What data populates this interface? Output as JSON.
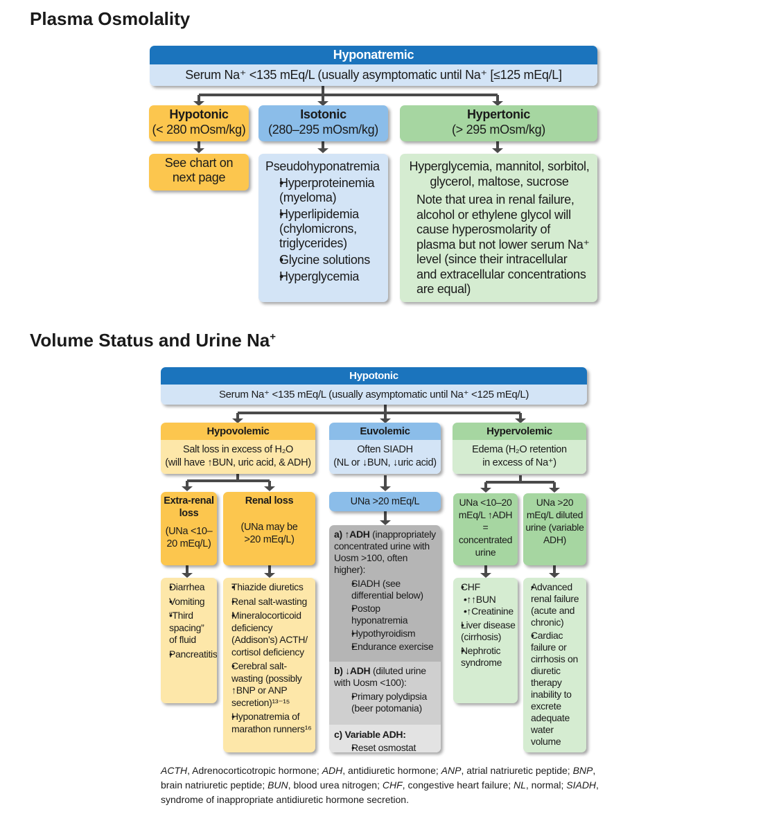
{
  "section1": {
    "title": "Plasma Osmolality",
    "root": {
      "title": "Hyponatremic",
      "subtitle": "Serum Na⁺ <135 mEq/L (usually asymptomatic until Na⁺ [≤125 mEq/L]"
    },
    "hypotonic": {
      "title": "Hypotonic",
      "range": "(< 280 mOsm/kg)",
      "note": "See chart on next page"
    },
    "isotonic": {
      "title": "Isotonic",
      "range": "(280–295 mOsm/kg)",
      "heading": "Pseudohyponatremia",
      "items": [
        "Hyperproteinemia (myeloma)",
        "Hyperlipidemia (chylomicrons, triglycerides)",
        "Glycine solutions",
        "Hyperglycemia"
      ]
    },
    "hypertonic": {
      "title": "Hypertonic",
      "range": "(> 295 mOsm/kg)",
      "heading": "Hyperglycemia, mannitol, sorbitol, glycerol, maltose, sucrose",
      "note": "Note that urea in renal failure, alcohol or ethylene glycol will cause hyperosmolarity of plasma but not lower serum Na⁺ level (since their intracellular and extracellular concentrations are equal)"
    }
  },
  "section2": {
    "title": "Volume Status and Urine Na",
    "title_sup": "+",
    "root": {
      "title": "Hypotonic",
      "subtitle": "Serum Na⁺ <135 mEq/L (usually asymptomatic until Na⁺  <125 mEq/L)"
    },
    "hypovolemic": {
      "title": "Hypovolemic",
      "desc_line1": "Salt loss in excess of H₂O",
      "desc_line2": "(will have ↑BUN, uric acid, & ADH)",
      "extrarenal": {
        "title": "Extra-renal loss",
        "detail": "(UNa <10–20 mEq/L)",
        "items": [
          "Diarrhea",
          "Vomiting",
          "“Third spacing” of fluid",
          "Pancreatitis"
        ]
      },
      "renal": {
        "title": "Renal loss",
        "detail": "(UNa may be >20 mEq/L)",
        "items": [
          "Thiazide diuretics",
          "Renal salt-wasting",
          "Mineralocorticoid deficiency (Addison’s) ACTH/ cortisol deficiency",
          "Cerebral salt-wasting (possibly ↑BNP or ANP secretion)¹³⁻¹⁵",
          "Hyponatremia of marathon runners¹⁶"
        ]
      }
    },
    "euvolemic": {
      "title": "Euvolemic",
      "desc_line1": "Often SIADH",
      "desc_line2": "(NL or ↓BUN, ↓uric acid)",
      "una": "UNa >20 mEq/L",
      "a_label": "a) ↑ADH",
      "a_text": "(inappropriately concentrated urine with Uosm >100, often higher):",
      "a_items": [
        "SIADH (see differential below)",
        "Postop hyponatremia",
        "Hypothyroidism",
        "Endurance exercise"
      ],
      "b_label": "b) ↓ADH",
      "b_text": "(diluted urine with Uosm <100):",
      "b_items": [
        "Primary polydipsia (beer potomania)"
      ],
      "c_label": "c) Variable ADH:",
      "c_items": [
        "Reset osmostat"
      ]
    },
    "hypervolemic": {
      "title": "Hypervolemic",
      "desc_line1": "Edema (H₂O retention",
      "desc_line2": "in excess of Na⁺)",
      "low": {
        "detail": "UNa <10–20 mEq/L ↑ADH = concentrated urine",
        "items": [
          "CHF",
          "Liver disease (cirrhosis)",
          "Nephrotic syndrome"
        ],
        "chf_sub": [
          "↑↑BUN",
          "↑Creatinine"
        ]
      },
      "high": {
        "detail": "UNa >20 mEq/L diluted urine (variable ADH)",
        "items": [
          "Advanced renal failure (acute and chronic)",
          "Cardiac failure or cirrhosis on diuretic therapy inability to excrete adequate water volume"
        ]
      }
    }
  },
  "footnote": {
    "abbr": [
      {
        "term": "ACTH",
        "def": "Adrenocorticotropic hormone"
      },
      {
        "term": "ADH",
        "def": "antidiuretic hormone"
      },
      {
        "term": "ANP",
        "def": "atrial natriuretic peptide"
      },
      {
        "term": "BNP",
        "def": "brain natriuretic peptide"
      },
      {
        "term": "BUN",
        "def": "blood urea nitrogen"
      },
      {
        "term": "CHF",
        "def": "congestive heart failure"
      },
      {
        "term": "NL",
        "def": "normal"
      },
      {
        "term": "SIADH",
        "def": "syndrome of inappropriate antidiuretic hormone secretion"
      }
    ]
  },
  "colors": {
    "header_blue": "#1b74bd",
    "light_blue": "#d3e4f6",
    "mid_blue": "#8bbde9",
    "orange": "#fcc64e",
    "light_orange": "#fde7a9",
    "green": "#a6d6a1",
    "light_green": "#d5ecd1",
    "gray": "#b5b5b5",
    "connector": "#4a4a4a"
  }
}
